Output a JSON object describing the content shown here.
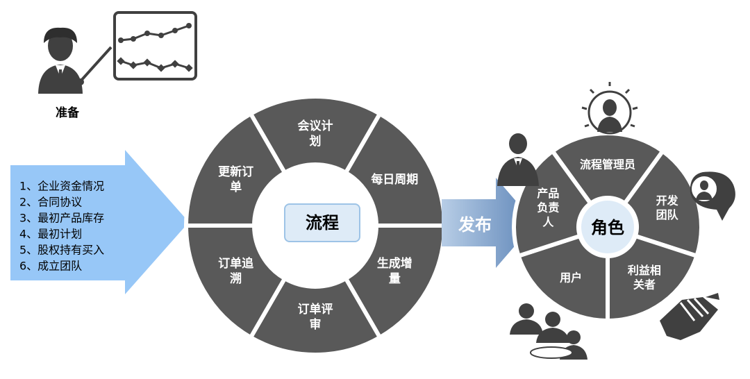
{
  "prep": {
    "label": "准备",
    "list": [
      "1、企业资金情况",
      "2、合同协议",
      "3、最初产品库存",
      "4、最初计划",
      "5、股权持有买入",
      "6、成立团队"
    ]
  },
  "process": {
    "center": "流程",
    "segments": [
      {
        "key": "meeting-plan",
        "lines": [
          "会议计",
          "划"
        ]
      },
      {
        "key": "daily-cycle",
        "lines": [
          "每日周期"
        ]
      },
      {
        "key": "growth",
        "lines": [
          "生成增",
          "量"
        ]
      },
      {
        "key": "order-review",
        "lines": [
          "订单评",
          "审"
        ]
      },
      {
        "key": "order-trace",
        "lines": [
          "订单追",
          "溯"
        ]
      },
      {
        "key": "update-order",
        "lines": [
          "更新订",
          "单"
        ]
      }
    ]
  },
  "release": {
    "label": "发布"
  },
  "roles": {
    "center": "角色",
    "segments": [
      {
        "key": "process-manager",
        "lines": [
          "流程管理员"
        ]
      },
      {
        "key": "dev-team",
        "lines": [
          "开发",
          "团队"
        ]
      },
      {
        "key": "stakeholders",
        "lines": [
          "利益相",
          "关者"
        ]
      },
      {
        "key": "users",
        "lines": [
          "用户"
        ]
      },
      {
        "key": "product-owner",
        "lines": [
          "产品",
          "负责",
          "人"
        ]
      }
    ]
  },
  "colors": {
    "wedge": "#595959",
    "list_arrow": "#97c7f7",
    "release_arrow_start": "#b7cde6",
    "release_arrow_end": "#5f86b8",
    "center_fill": "#deebf7",
    "center_stroke": "#9dc3e6",
    "release_text": "#ffffff",
    "icon": "#404040"
  },
  "icons": [
    "presenter-icon",
    "chart-board-icon",
    "businessman-icon",
    "lightbulb-person-icon",
    "people-speech-icon",
    "handshake-icon",
    "user-group-icon"
  ]
}
